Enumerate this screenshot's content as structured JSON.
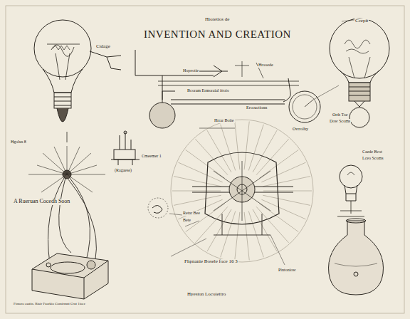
{
  "diagram": {
    "title": "INVENTION AND CREATION",
    "labels": [
      "Hioretios de",
      "Ccepit",
      "Ctdage",
      "Hopeotie",
      "Hrooede",
      "Bcoram Ermoraial ittoio",
      "Erocuctionn",
      "Hrrar Boite",
      "Ovrrolhy",
      "Hgolus 8",
      "Cmeemer 1",
      "(Ragaese)",
      "Orth Toe",
      "Dow Scoms",
      "Caede Bcot",
      "Lceo Scoms",
      "A Rueruan Cocedh Soon",
      "Retar Bee",
      "Bete",
      "Fhpnanie Bosele foce 16 3",
      "Pintoniow",
      "Hyeston Locoiettro",
      "Fimora eaatin. Riair Faorkio Comirmnt Crut 1ioec"
    ]
  }
}
